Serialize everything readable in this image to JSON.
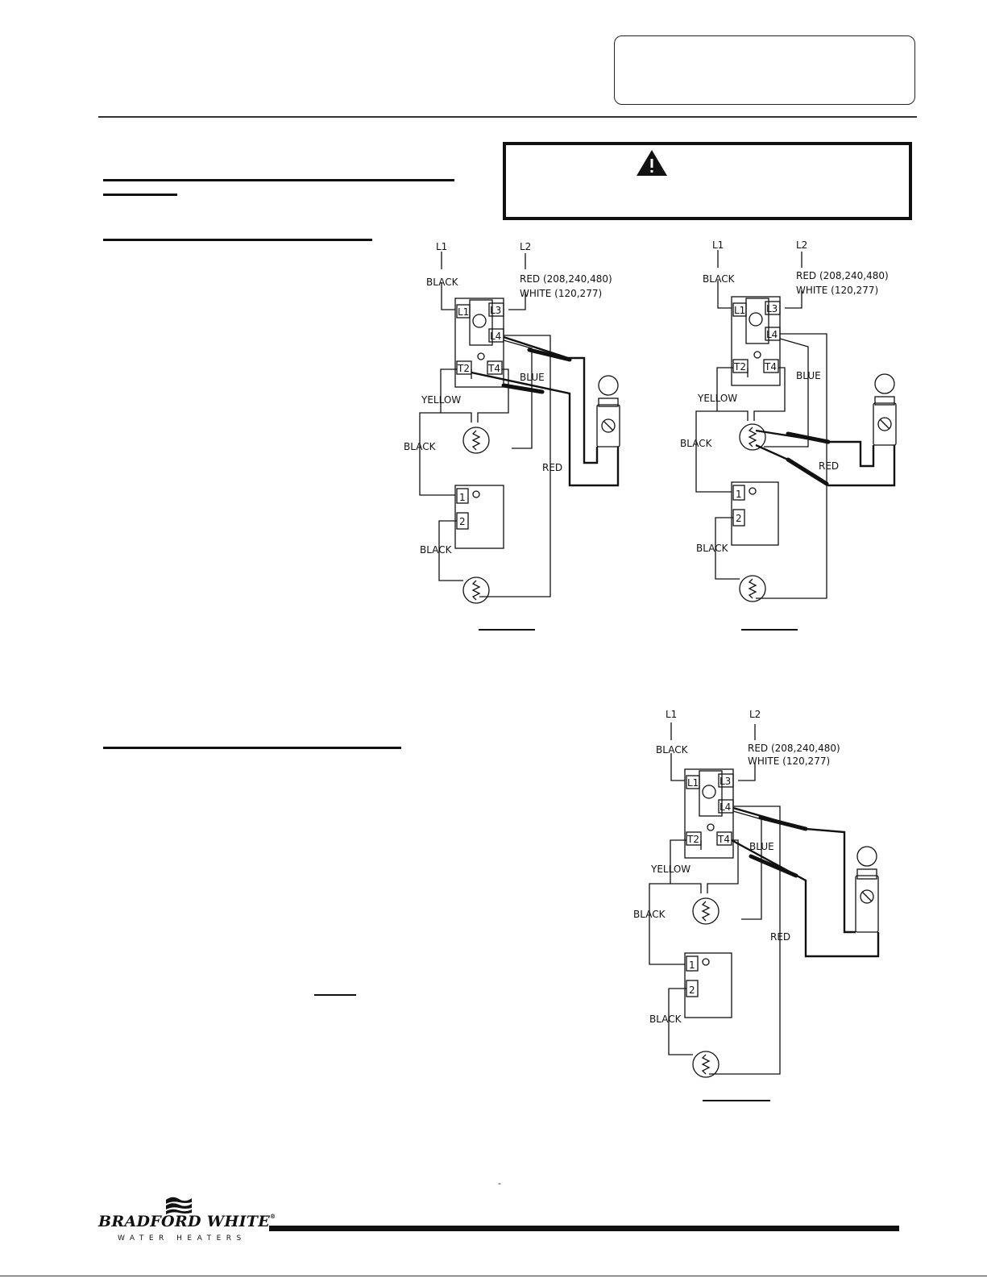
{
  "brand": {
    "name": "BRADFORD WHITE",
    "tagline": "WATER HEATERS",
    "registered": "®"
  },
  "page_mark": "-",
  "diagrams": {
    "top_left": {
      "l1": "L1",
      "l2": "L2",
      "black_supply": "BLACK",
      "red_supply": "RED  (208,240,480)",
      "white_supply": "WHITE  (120,277)",
      "terminal_l1": "L1",
      "terminal_l3": "L3",
      "terminal_l4": "L4",
      "terminal_t2": "T2",
      "terminal_t4": "T4",
      "blue": "BLUE",
      "yellow": "YELLOW",
      "black_mid": "BLACK",
      "red": "RED",
      "term_1": "1",
      "term_2": "2",
      "black_low": "BLACK"
    },
    "top_right": {
      "l1": "L1",
      "l2": "L2",
      "black_supply": "BLACK",
      "red_supply": "RED  (208,240,480)",
      "white_supply": "WHITE  (120,277)",
      "terminal_l1": "L1",
      "terminal_l3": "L3",
      "terminal_l4": "L4",
      "terminal_t2": "T2",
      "terminal_t4": "T4",
      "blue": "BLUE",
      "yellow": "YELLOW",
      "black_mid": "BLACK",
      "red": "RED",
      "term_1": "1",
      "term_2": "2",
      "black_low": "BLACK"
    },
    "bottom": {
      "l1": "L1",
      "l2": "L2",
      "black_supply": "BLACK",
      "red_supply": "RED  (208,240,480)",
      "white_supply": "WHITE  (120,277)",
      "terminal_l1": "L1",
      "terminal_l3": "L3",
      "terminal_l4": "L4",
      "terminal_t2": "T2",
      "terminal_t4": "T4",
      "blue": "BLUE",
      "yellow": "YELLOW",
      "black_mid": "BLACK",
      "red": "RED",
      "term_1": "1",
      "term_2": "2",
      "black_low": "BLACK"
    }
  }
}
